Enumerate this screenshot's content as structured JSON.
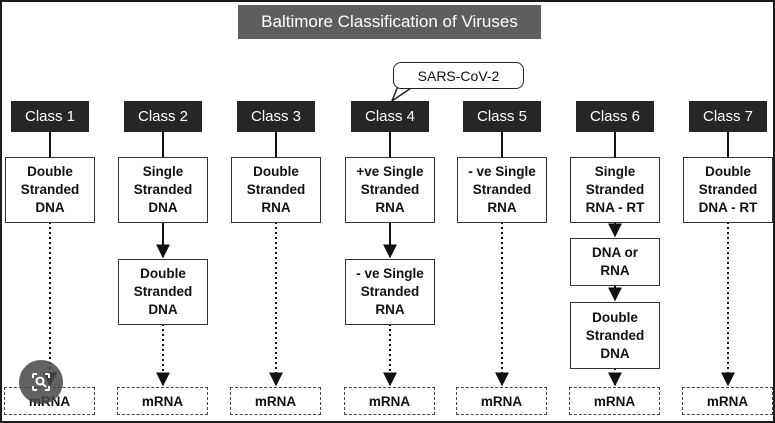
{
  "title": "Baltimore Classification of Viruses",
  "callout": "SARS-CoV-2",
  "classes": [
    {
      "label": "Class 1",
      "first": "Double\nStranded\nDNA",
      "second": "",
      "third": "",
      "end": "mRNA"
    },
    {
      "label": "Class 2",
      "first": "Single\nStranded\nDNA",
      "second": "Double\nStranded\nDNA",
      "third": "",
      "end": "mRNA"
    },
    {
      "label": "Class 3",
      "first": "Double\nStranded\nRNA",
      "second": "",
      "third": "",
      "end": "mRNA"
    },
    {
      "label": "Class 4",
      "first": "+ve Single\nStranded\nRNA",
      "second": "- ve Single\nStranded\nRNA",
      "third": "",
      "end": "mRNA"
    },
    {
      "label": "Class 5",
      "first": "- ve Single\nStranded\nRNA",
      "second": "",
      "third": "",
      "end": "mRNA"
    },
    {
      "label": "Class 6",
      "first": "Single\nStranded\nRNA - RT",
      "second": "DNA or\nRNA",
      "third": "Double\nStranded\nDNA",
      "end": "mRNA"
    },
    {
      "label": "Class 7",
      "first": "Double\nStranded\nDNA - RT",
      "second": "",
      "third": "",
      "end": "mRNA"
    }
  ],
  "icons": {
    "lens": "image-search-icon"
  }
}
